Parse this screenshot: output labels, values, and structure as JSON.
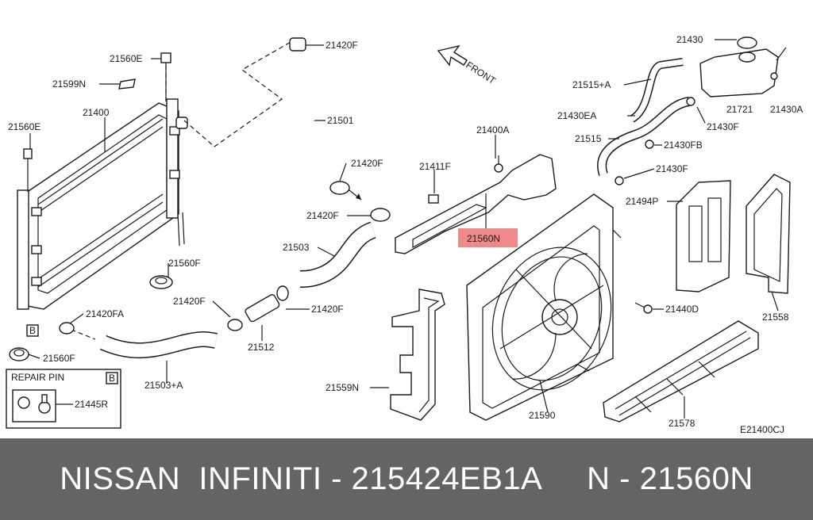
{
  "diagram": {
    "labels": {
      "p21560E_top": "21560E",
      "p21599N": "21599N",
      "p21400": "21400",
      "p21560E_left": "21560E",
      "p21420F_top": "21420F",
      "p21501": "21501",
      "p21420F_mid": "21420F",
      "p21420F_b": "21420F",
      "p21503": "21503",
      "p21560F_mid": "21560F",
      "p21420F_c": "21420F",
      "p21420F_d": "21420F",
      "p21420FA": "21420FA",
      "p21512": "21512",
      "p21560F_bot": "21560F",
      "p21503A": "21503+A",
      "p21445R": "21445R",
      "p21411F": "21411F",
      "p21400A": "21400A",
      "p21560N": "21560N",
      "p21559N": "21559N",
      "p21590": "21590",
      "p21430": "21430",
      "p21515A": "21515+A",
      "p21430EA": "21430EA",
      "p21515": "21515",
      "p21721": "21721",
      "p21430A": "21430A",
      "p21430F_a": "21430F",
      "p21430FB": "21430FB",
      "p21430F_b": "21430F",
      "p21494P": "21494P",
      "p21558": "21558",
      "p21440D": "21440D",
      "p21578": "21578"
    },
    "front_label": "FRONT",
    "ref_b": "B",
    "repair_pin_title": "REPAIR PIN",
    "repair_ref_b": "B",
    "figure_code": "E21400CJ",
    "highlight_color": "#f08a8a"
  },
  "footer": {
    "text": "NISSAN  INFINITI - 215424EB1A     N - 21560N",
    "background": "#646464"
  }
}
